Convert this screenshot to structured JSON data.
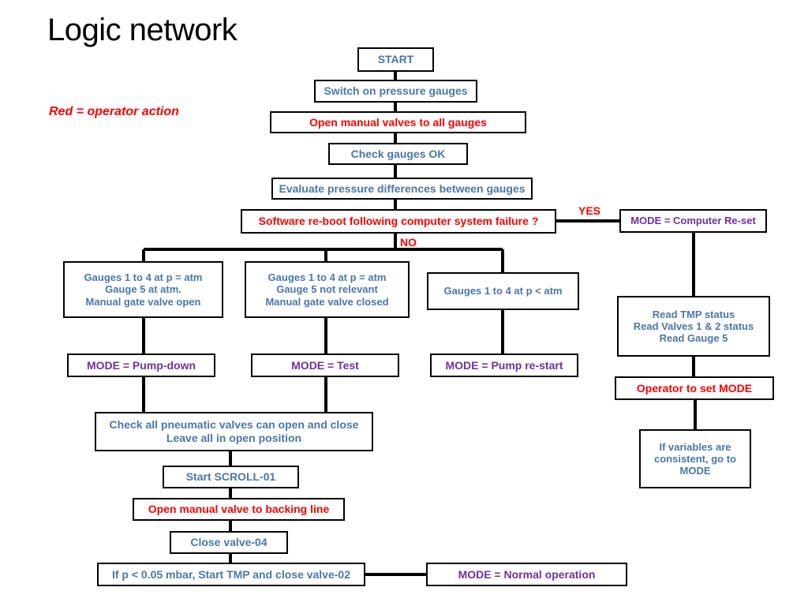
{
  "slide": {
    "title": "Logic network",
    "legend": "Red = operator action",
    "background": "#ffffff"
  },
  "colors": {
    "blue": "#4a77ab",
    "red": "#ff0000",
    "purple": "#7030a0",
    "line": "#000000",
    "box_fill": "#ffffff",
    "title": "#000000"
  },
  "edge_labels": {
    "yes": "YES",
    "no": "NO"
  },
  "nodes": {
    "start": "START",
    "switch_on_gauges": "Switch on pressure gauges",
    "open_manual_valves": "Open manual valves to all gauges",
    "check_gauges_ok": "Check gauges OK",
    "evaluate_pressure": "Evaluate pressure differences between gauges",
    "software_reboot": "Software re-boot following computer system failure ?",
    "mode_computer_reset": "MODE = Computer Re-set",
    "read_status_l1": "Read TMP status",
    "read_status_l2": "Read Valves 1 & 2 status",
    "read_status_l3": "Read Gauge 5",
    "operator_set_mode": "Operator to set MODE",
    "if_variables_l1": "If variables are",
    "if_variables_l2": "consistent, go to",
    "if_variables_l3": "MODE",
    "branch1_l1": "Gauges 1 to 4 at p = atm",
    "branch1_l2": "Gauge 5 at atm.",
    "branch1_l3": "Manual gate valve open",
    "branch2_l1": "Gauges 1 to 4 at p = atm",
    "branch2_l2": "Gauge 5 not relevant",
    "branch2_l3": "Manual gate valve closed",
    "branch3_l1": "Gauges 1 to 4 at p < atm",
    "mode_pump_down": "MODE = Pump-down",
    "mode_test": "MODE = Test",
    "mode_pump_restart": "MODE = Pump re-start",
    "check_pneumatic_l1": "Check all pneumatic valves  can open and close",
    "check_pneumatic_l2": "Leave all in open position",
    "start_scroll": "Start SCROLL-01",
    "open_backing_valve": "Open manual valve to backing line",
    "close_valve04": "Close valve-04",
    "if_p_start_tmp": "If p < 0.05 mbar, Start TMP and close valve-02",
    "mode_normal_operation": "MODE = Normal operation"
  }
}
